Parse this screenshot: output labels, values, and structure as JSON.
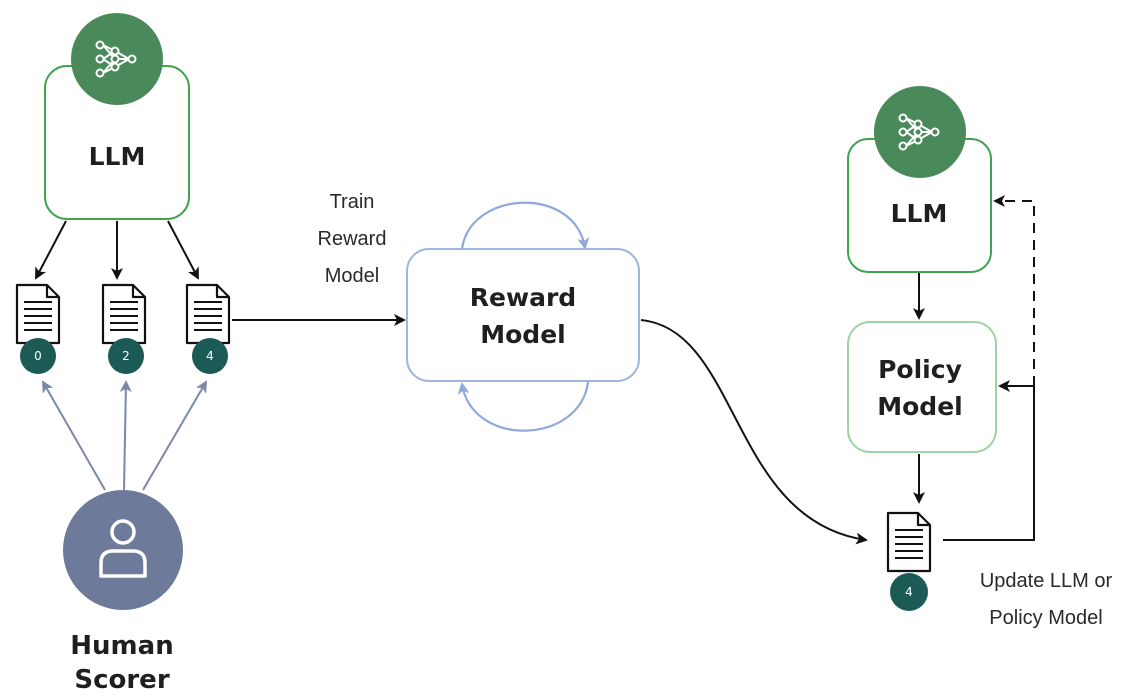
{
  "nodes": {
    "llm_left": "LLM",
    "reward_model": [
      "Reward",
      "Model"
    ],
    "llm_right": "LLM",
    "policy_model": [
      "Policy",
      "Model"
    ],
    "human_scorer": [
      "Human",
      "Scorer"
    ]
  },
  "labels": {
    "train_reward_model": [
      "Train",
      "Reward",
      "Model"
    ],
    "update": [
      "Update LLM or",
      "Policy Model"
    ]
  },
  "scores": {
    "left_docs": [
      "0",
      "2",
      "4"
    ],
    "output_doc": "4"
  },
  "icons": {
    "llm": "neural-network-icon",
    "document": "document-icon",
    "person": "user-icon"
  },
  "colors": {
    "llm_green": "#4a8a5a",
    "llm_border": "#3ea44e",
    "policy_border": "#9fd3a4",
    "reward_border": "#9fb6df",
    "reward_loop": "#8fa9dd",
    "badge": "#1b5a55",
    "human": "#6e7a9a",
    "human_arrows": "#7b88a8"
  }
}
